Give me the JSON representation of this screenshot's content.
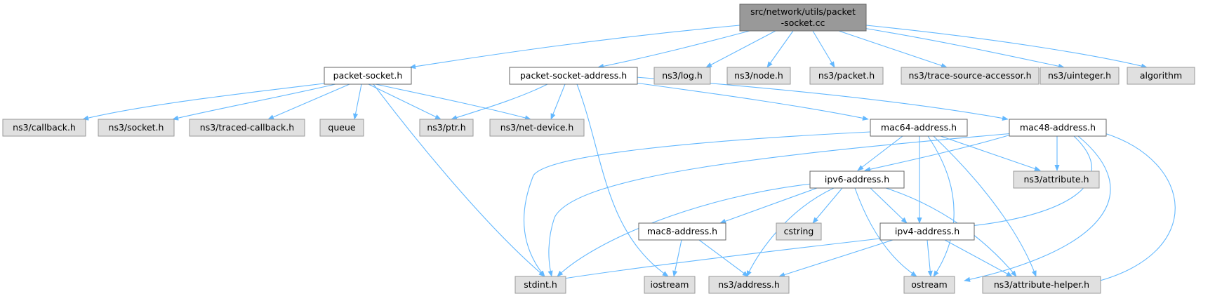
{
  "colors": {
    "edge": "#63b8ff",
    "root_fill": "#999999",
    "root_stroke": "#666666",
    "node_fill": "#ffffff",
    "node_stroke": "#666666",
    "external_fill": "#e0e0e0",
    "external_stroke": "#999999",
    "text": "#000000"
  },
  "root": {
    "line1": "src/network/utils/packet",
    "line2": "-socket.cc"
  },
  "nodes": {
    "packet_socket_h": "packet-socket.h",
    "packet_socket_address_h": "packet-socket-address.h",
    "ns3_log_h": "ns3/log.h",
    "ns3_node_h": "ns3/node.h",
    "ns3_packet_h": "ns3/packet.h",
    "ns3_trace_source_accessor_h": "ns3/trace-source-accessor.h",
    "ns3_uinteger_h": "ns3/uinteger.h",
    "algorithm": "algorithm",
    "ns3_callback_h": "ns3/callback.h",
    "ns3_socket_h": "ns3/socket.h",
    "ns3_traced_callback_h": "ns3/traced-callback.h",
    "queue": "queue",
    "ns3_ptr_h": "ns3/ptr.h",
    "ns3_net_device_h": "ns3/net-device.h",
    "mac64_address_h": "mac64-address.h",
    "mac48_address_h": "mac48-address.h",
    "ipv6_address_h": "ipv6-address.h",
    "ns3_attribute_h": "ns3/attribute.h",
    "mac8_address_h": "mac8-address.h",
    "cstring": "cstring",
    "ipv4_address_h": "ipv4-address.h",
    "stdint_h": "stdint.h",
    "iostream": "iostream",
    "ns3_address_h": "ns3/address.h",
    "ostream": "ostream",
    "ns3_attribute_helper_h": "ns3/attribute-helper.h"
  }
}
